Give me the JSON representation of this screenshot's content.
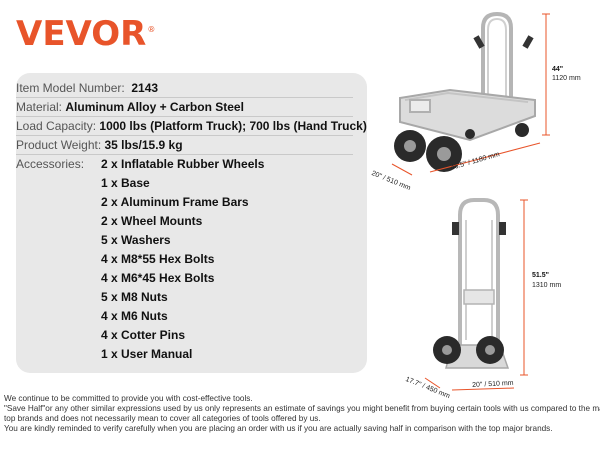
{
  "brand": {
    "logo_text": "VEVOR",
    "trademark": "®"
  },
  "specs": [
    {
      "label": "Item Model Number:",
      "value": "2143"
    },
    {
      "label": "Material:",
      "value": "Aluminum Alloy + Carbon Steel"
    },
    {
      "label": "Load Capacity:",
      "value": "1000 lbs (Platform Truck); 700 lbs (Hand Truck)"
    },
    {
      "label": "Product Weight:",
      "value": "35 lbs/15.9 kg"
    }
  ],
  "accessories": {
    "label": "Accessories:",
    "items": [
      "2 x Inflatable Rubber Wheels",
      "1 x Base",
      "2 x Aluminum Frame Bars",
      "2 x Wheel Mounts",
      "5 x Washers",
      "4 x M8*55 Hex Bolts",
      "4 x M6*45 Hex Bolts",
      "5 x M8 Nuts",
      "4 x M6 Nuts",
      "4 x Cotter Pins",
      "1 x User Manual"
    ]
  },
  "dimensions": {
    "platform_height": {
      "in": "44\"",
      "mm": "1120 mm"
    },
    "platform_width": "20\" / 510 mm",
    "platform_length": "46.5\" / 1180 mm",
    "hand_height": {
      "in": "51.5\"",
      "mm": "1310 mm"
    },
    "hand_depth": "17.7\" / 450 mm",
    "hand_width": "20\" / 510 mm"
  },
  "footer": [
    "We continue to be committed to provide you with cost-effective tools.",
    "\"Save Half\"or any other similar expressions used by us only represents an estimate of savings you might benefit from buying certain tools with us compared to the major",
    "top brands and does not necessarily mean to cover all categories of tools offered by us.",
    "You are kindly reminded to verify carefully when you are placing an order with us if you are actually saving half in comparison with the top major brands."
  ]
}
